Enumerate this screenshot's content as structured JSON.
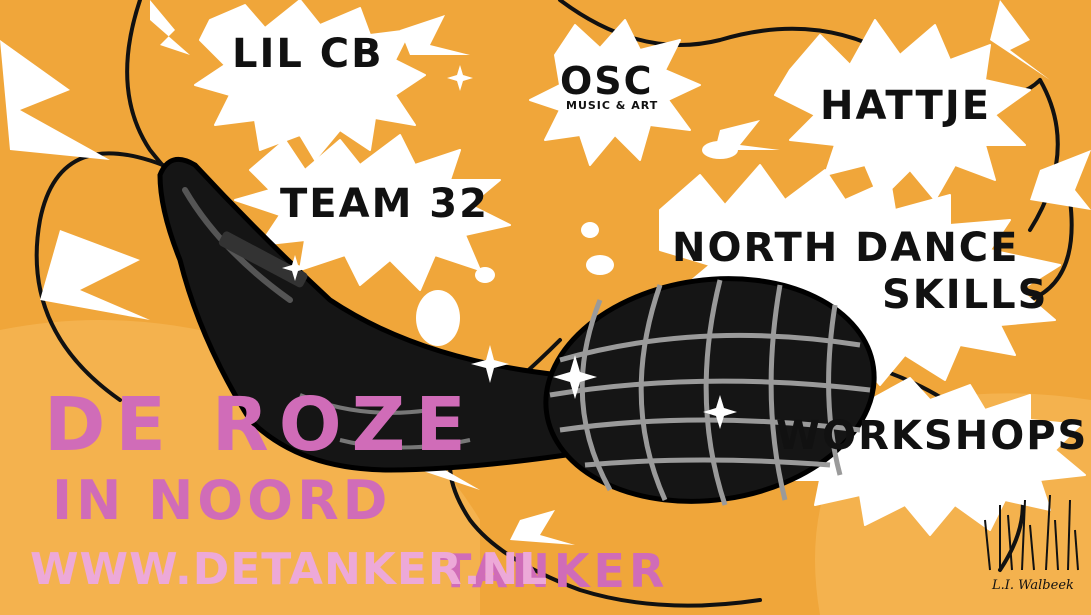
{
  "colors": {
    "background": "#F0A63A",
    "ink": "#111111",
    "burst": "#FFFFFF",
    "title_pink": "#D06CB8",
    "url_pink": "#EDA9D8",
    "grille_grey": "#9A9A9A"
  },
  "acts": {
    "lil_cb": "LIL CB",
    "osc": "OSC",
    "osc_sub": "MUSIC & ART",
    "hattje": "HATTJE",
    "team32": "TEAM 32",
    "north_dance_1": "NORTH DANCE",
    "north_dance_2": "SKILLS",
    "workshops": "WORKSHOPS"
  },
  "event": {
    "title_line1": "DE ROZE",
    "title_line2": "IN NOORD",
    "tanker": "TANKER",
    "url": "WWW.DETANKER.NL"
  },
  "artist_signature": "L.I. Walbeek",
  "icons": [
    "microphone-icon",
    "cable-icon",
    "sparkle-icon"
  ]
}
